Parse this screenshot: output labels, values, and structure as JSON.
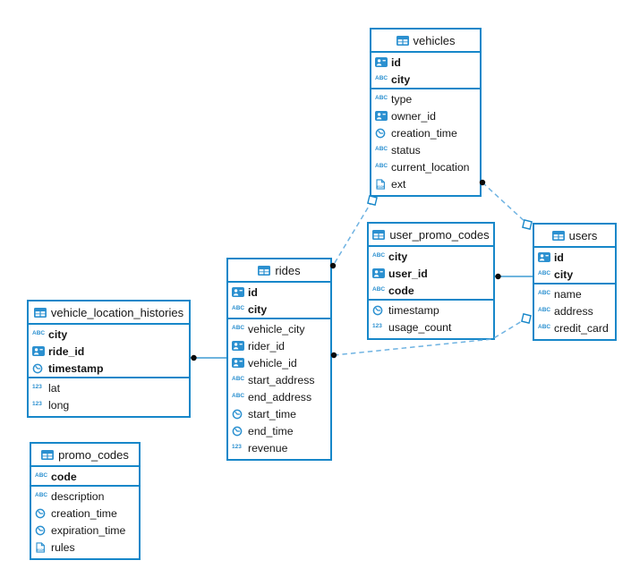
{
  "colors": {
    "accent": "#1787c9",
    "icon_blue": "#2b90d0",
    "dashed_line": "#6fb3e2",
    "endpoint_dot": "#0a0a0a",
    "background": "#ffffff"
  },
  "icon_labels": {
    "text": "ABC",
    "number": "123",
    "json": "JSON"
  },
  "tables": [
    {
      "id": "vehicles",
      "title": "vehicles",
      "primary_fields": [
        {
          "name": "id",
          "icon": "user"
        },
        {
          "name": "city",
          "icon": "text"
        }
      ],
      "fields": [
        {
          "name": "type",
          "icon": "text"
        },
        {
          "name": "owner_id",
          "icon": "user"
        },
        {
          "name": "creation_time",
          "icon": "clock"
        },
        {
          "name": "status",
          "icon": "text"
        },
        {
          "name": "current_location",
          "icon": "text"
        },
        {
          "name": "ext",
          "icon": "json"
        }
      ]
    },
    {
      "id": "user_promo_codes",
      "title": "user_promo_codes",
      "primary_fields": [
        {
          "name": "city",
          "icon": "text"
        },
        {
          "name": "user_id",
          "icon": "user"
        },
        {
          "name": "code",
          "icon": "text"
        }
      ],
      "fields": [
        {
          "name": "timestamp",
          "icon": "clock"
        },
        {
          "name": "usage_count",
          "icon": "number"
        }
      ]
    },
    {
      "id": "users",
      "title": "users",
      "primary_fields": [
        {
          "name": "id",
          "icon": "user"
        },
        {
          "name": "city",
          "icon": "text"
        }
      ],
      "fields": [
        {
          "name": "name",
          "icon": "text"
        },
        {
          "name": "address",
          "icon": "text"
        },
        {
          "name": "credit_card",
          "icon": "text"
        }
      ]
    },
    {
      "id": "rides",
      "title": "rides",
      "primary_fields": [
        {
          "name": "id",
          "icon": "user"
        },
        {
          "name": "city",
          "icon": "text"
        }
      ],
      "fields": [
        {
          "name": "vehicle_city",
          "icon": "text"
        },
        {
          "name": "rider_id",
          "icon": "user"
        },
        {
          "name": "vehicle_id",
          "icon": "user"
        },
        {
          "name": "start_address",
          "icon": "text"
        },
        {
          "name": "end_address",
          "icon": "text"
        },
        {
          "name": "start_time",
          "icon": "clock"
        },
        {
          "name": "end_time",
          "icon": "clock"
        },
        {
          "name": "revenue",
          "icon": "number"
        }
      ]
    },
    {
      "id": "vehicle_location_histories",
      "title": "vehicle_location_histories",
      "primary_fields": [
        {
          "name": "city",
          "icon": "text"
        },
        {
          "name": "ride_id",
          "icon": "user"
        },
        {
          "name": "timestamp",
          "icon": "clock"
        }
      ],
      "fields": [
        {
          "name": "lat",
          "icon": "number"
        },
        {
          "name": "long",
          "icon": "number"
        }
      ]
    },
    {
      "id": "promo_codes",
      "title": "promo_codes",
      "primary_fields": [
        {
          "name": "code",
          "icon": "text"
        }
      ],
      "fields": [
        {
          "name": "description",
          "icon": "text"
        },
        {
          "name": "creation_time",
          "icon": "clock"
        },
        {
          "name": "expiration_time",
          "icon": "clock"
        },
        {
          "name": "rules",
          "icon": "json"
        }
      ]
    }
  ],
  "relationships": [
    {
      "from": "vehicles",
      "to": "users",
      "style": "dashed"
    },
    {
      "from": "vehicles",
      "to": "rides",
      "style": "dashed"
    },
    {
      "from": "rides",
      "to": "users",
      "style": "dashed"
    },
    {
      "from": "user_promo_codes",
      "to": "users",
      "style": "solid"
    },
    {
      "from": "vehicle_location_histories",
      "to": "rides",
      "style": "solid"
    }
  ]
}
